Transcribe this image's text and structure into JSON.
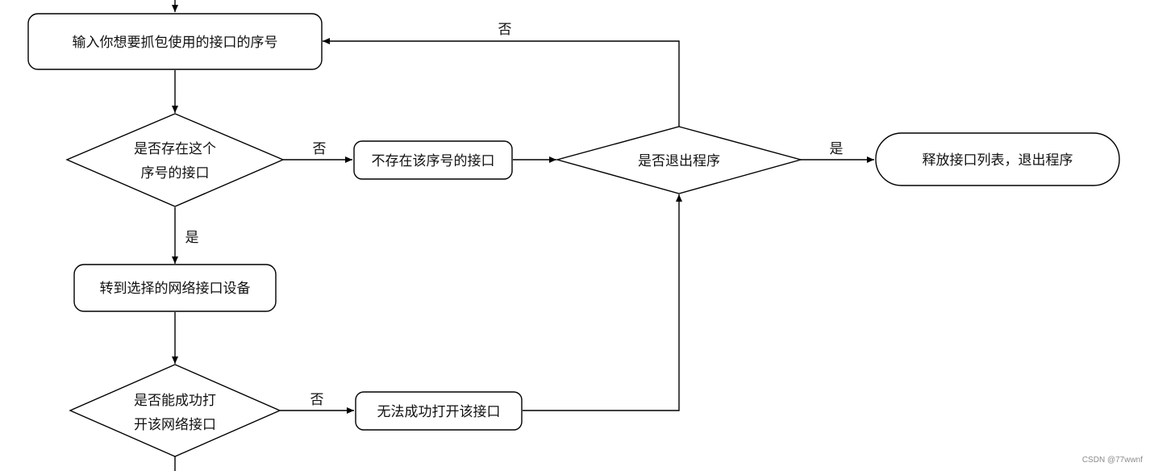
{
  "nodes": {
    "input_index": "输入你想要抓包使用的接口的序号",
    "check_exists_line1": "是否存在这个",
    "check_exists_line2": "序号的接口",
    "not_exist": "不存在该序号的接口",
    "exit_decision": "是否退出程序",
    "release_exit": "释放接口列表，退出程序",
    "goto_device": "转到选择的网络接口设备",
    "check_open_line1": "是否能成功打",
    "check_open_line2": "开该网络接口",
    "open_fail": "无法成功打开该接口"
  },
  "edges": {
    "no_exit": "否",
    "no_exists": "否",
    "yes_exists": "是",
    "yes_exit": "是",
    "no_open": "否"
  },
  "watermark": "CSDN @77wwnf"
}
